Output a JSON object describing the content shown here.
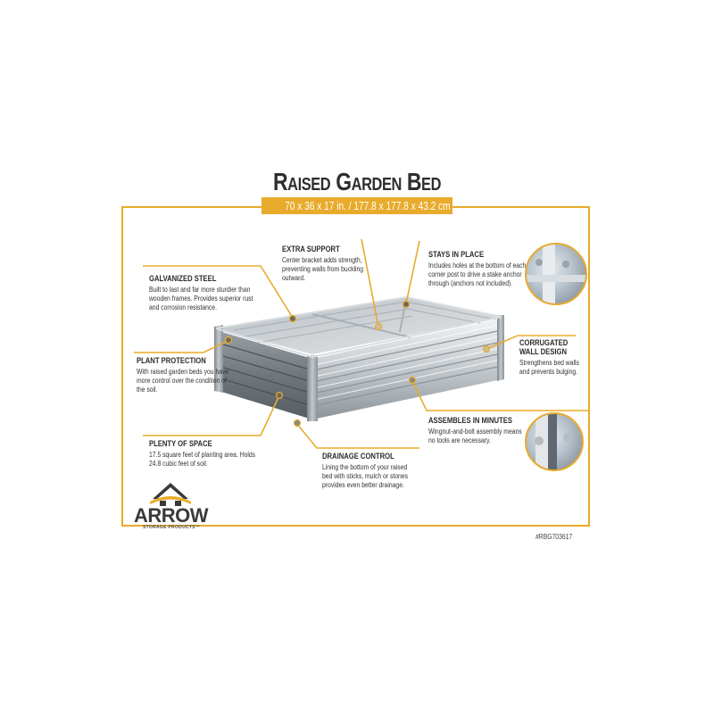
{
  "header": {
    "title": "Raised Garden Bed",
    "dimensions": "70 x 36 x 17 in.  /  177.8 x 177.8 x 43.2 cm"
  },
  "colors": {
    "accent": "#e8ab2c",
    "text": "#2b2b2b",
    "steel_light": "#d5d9dc",
    "steel_dark": "#8a9196"
  },
  "callouts": [
    {
      "id": "galvanized-steel",
      "heading": "GALVANIZED STEEL",
      "body": "Built to last and far more sturdier than wooden frames. Provides superior rust and corrosion resistance."
    },
    {
      "id": "extra-support",
      "heading": "EXTRA SUPPORT",
      "body": "Center bracket adds strength, preventing walls from buckling outward."
    },
    {
      "id": "stays-in-place",
      "heading": "STAYS IN PLACE",
      "body": "Includes holes at the bottom of each corner post to drive a stake anchor through (anchors not included)."
    },
    {
      "id": "plant-protection",
      "heading": "PLANT PROTECTION",
      "body": "With raised garden beds you have more control over the condition of the soil."
    },
    {
      "id": "corrugated-wall-design",
      "heading": "CORRUGATED WALL DESIGN",
      "body": "Strengthens bed walls and prevents bulging."
    },
    {
      "id": "assembles-in-minutes",
      "heading": "ASSEMBLES IN MINUTES",
      "body": "Wingnut-and-bolt assembly means no tools are necessary."
    },
    {
      "id": "plenty-of-space",
      "heading": "PLENTY OF SPACE",
      "body": "17.5 square feet of planting area. Holds 24.8 cubic feet of soil."
    },
    {
      "id": "drainage-control",
      "heading": "DRAINAGE CONTROL",
      "body": "Lining the bottom of your raised bed with sticks, mulch or stones provides even better drainage."
    }
  ],
  "brand": {
    "name": "ARROW",
    "tagline": "STORAGE PRODUCTS™"
  },
  "sku": "#RBG703617"
}
